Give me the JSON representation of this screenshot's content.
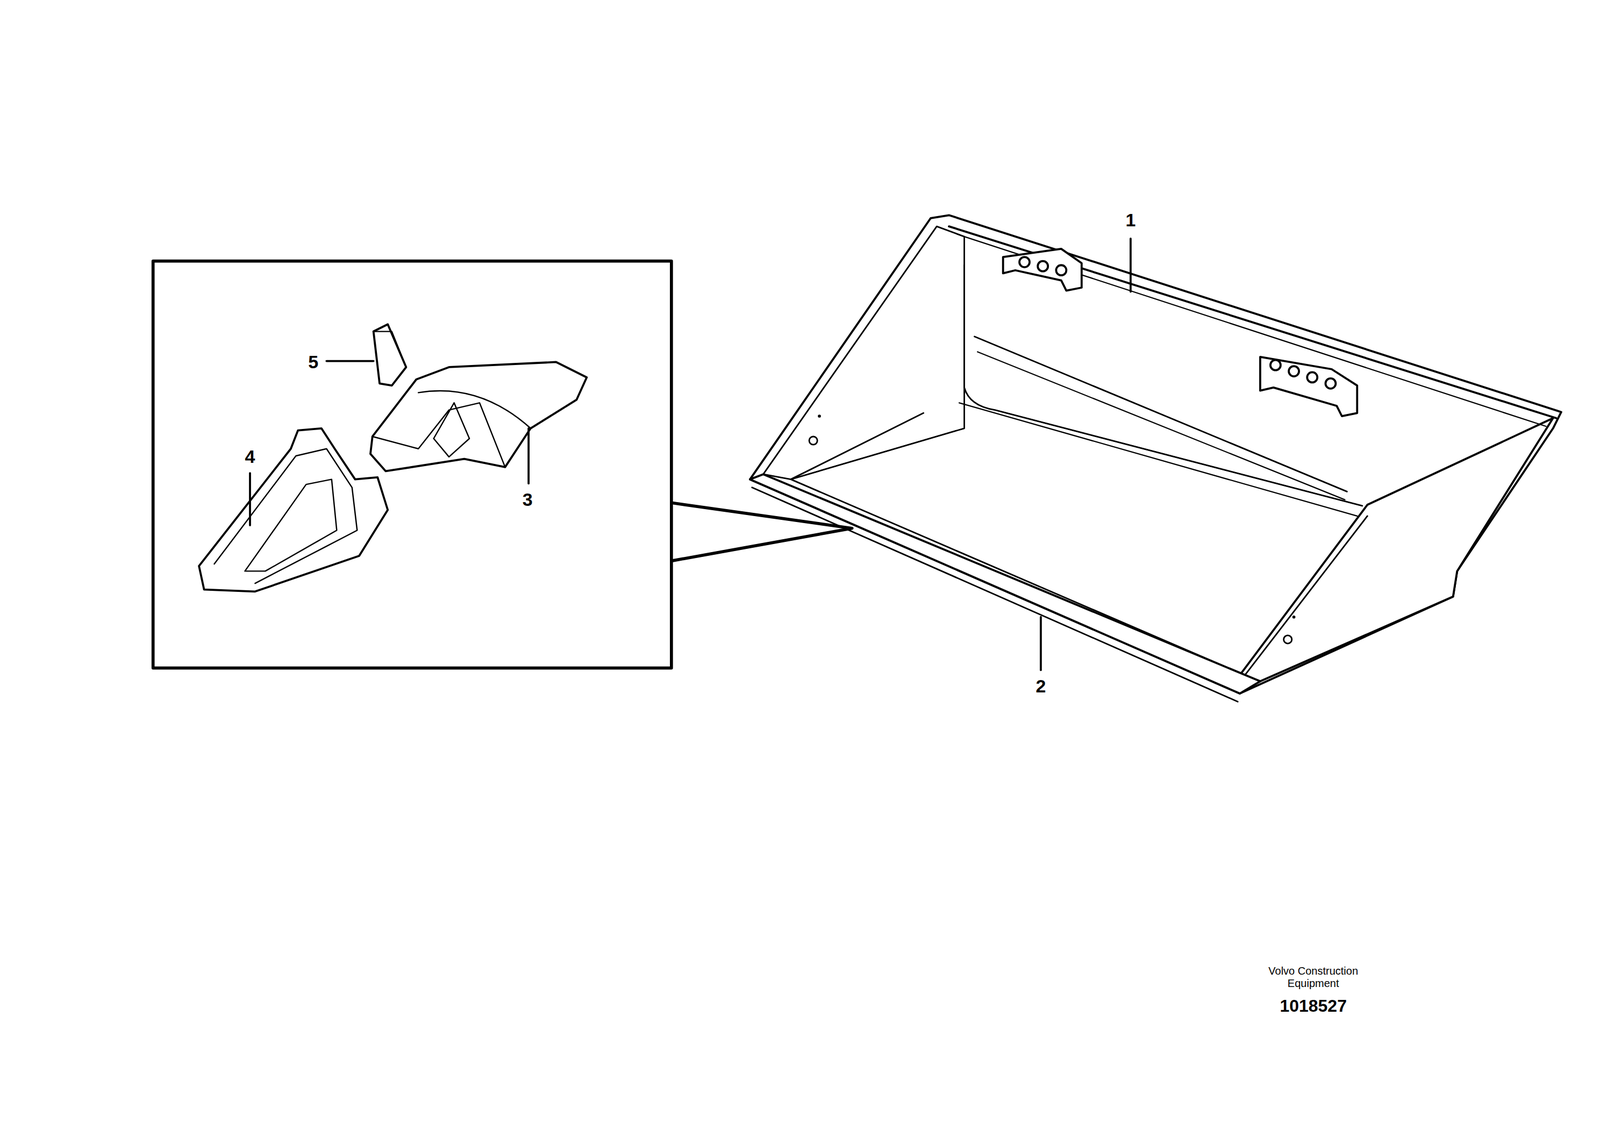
{
  "diagram": {
    "labels": [
      "1",
      "2",
      "3",
      "4",
      "5",
      "Volvo Construction Equipment",
      "1018527"
    ]
  }
}
